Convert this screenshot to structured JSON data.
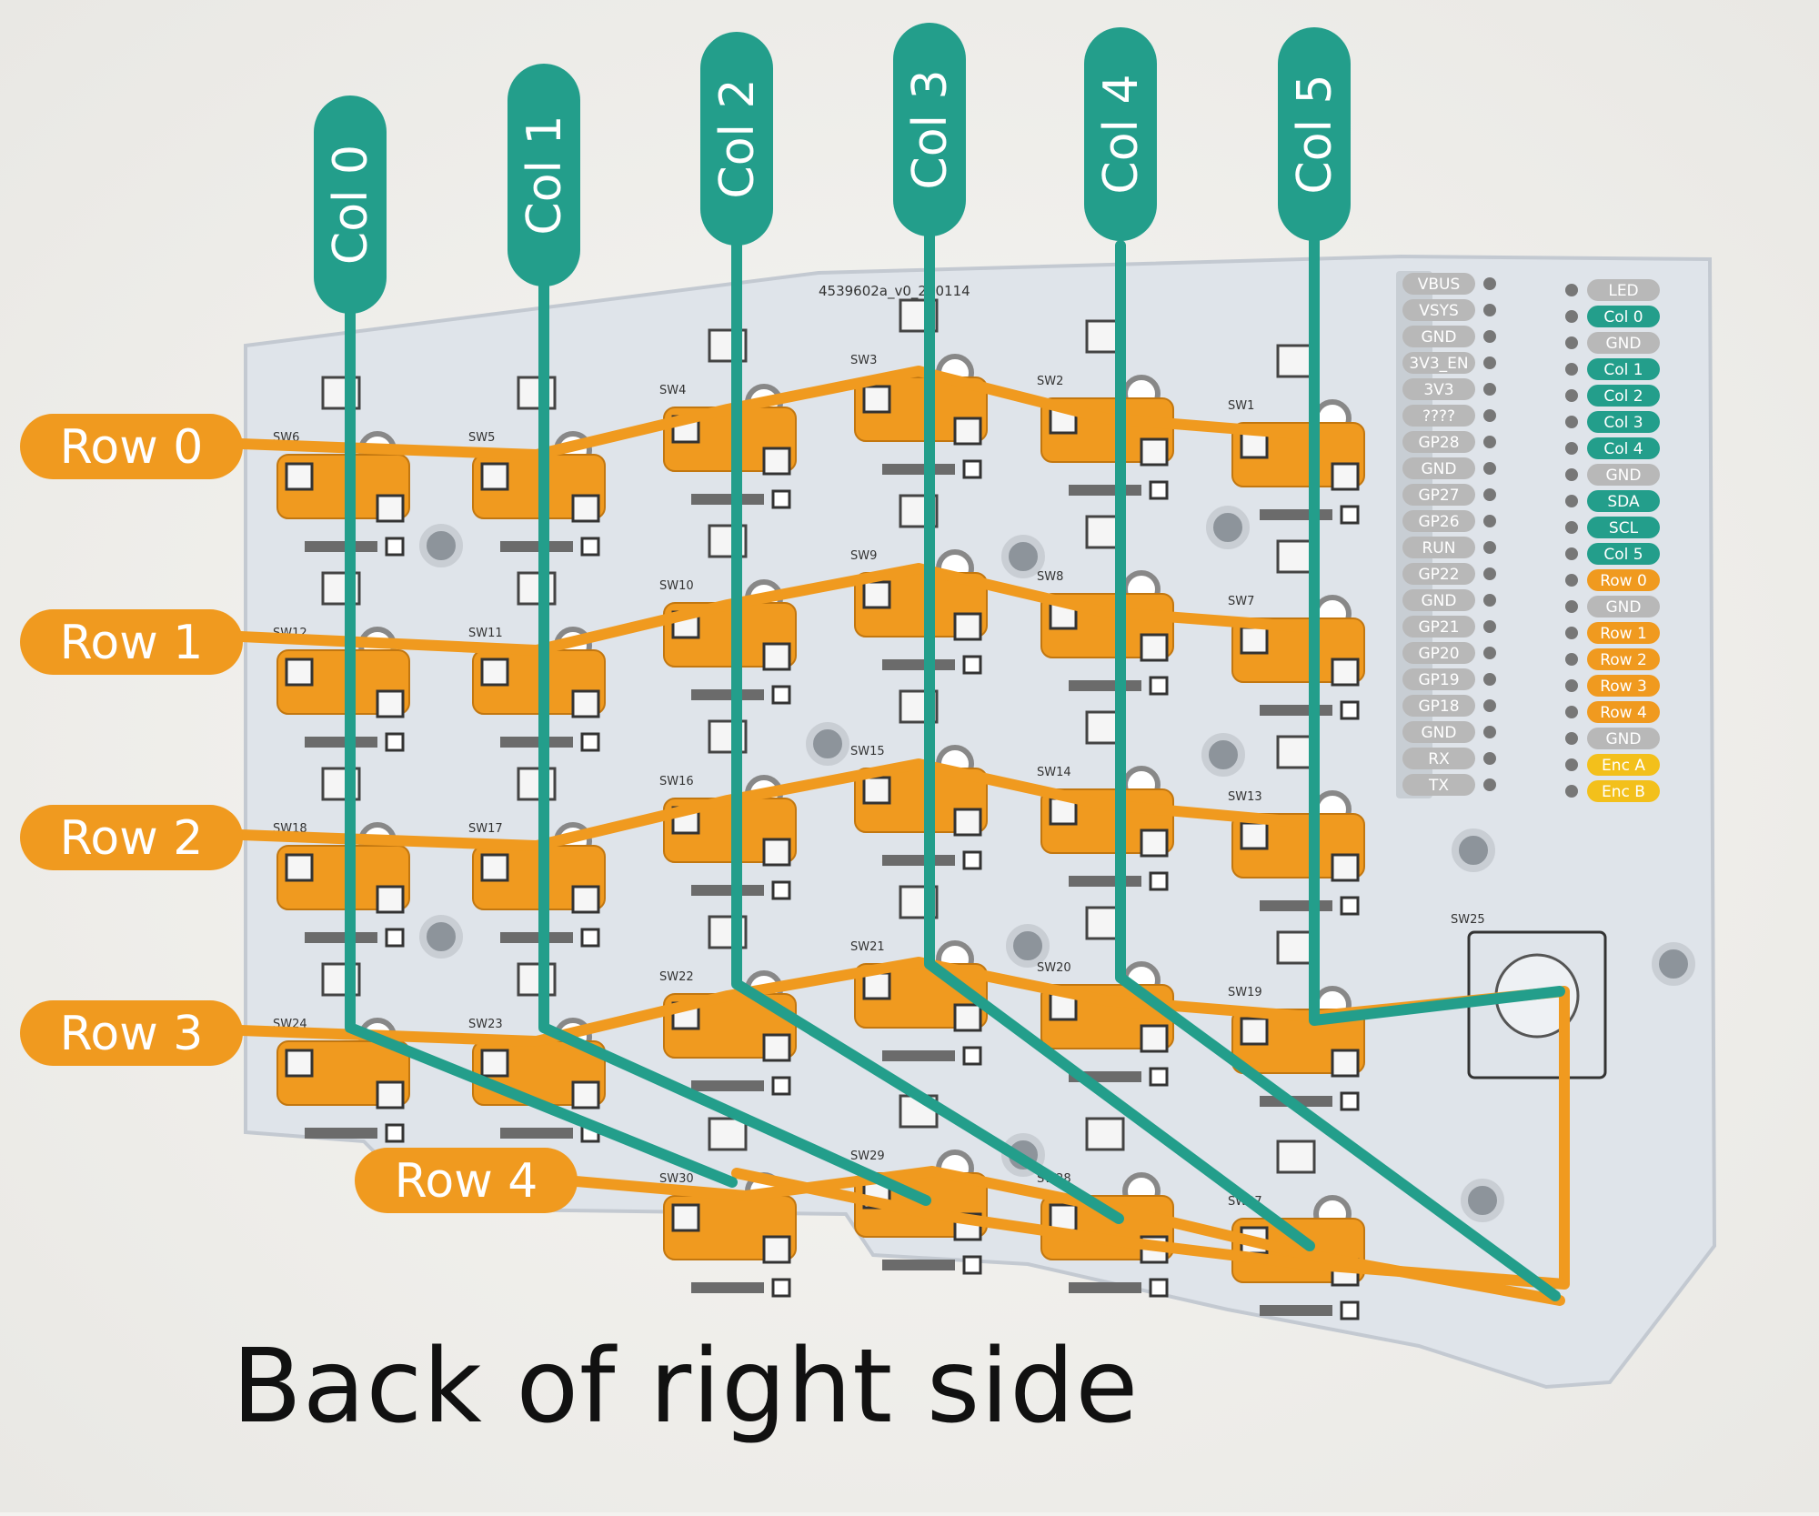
{
  "caption": "Back of right side",
  "board_label": "4539602a_v0_240114",
  "colors": {
    "column": "#239e8b",
    "row": "#f09a1f",
    "board": "#dfe4ea",
    "pad_gray": "#b8b8b8",
    "pad_yellow": "#f3c01b"
  },
  "columns": [
    "Col 0",
    "Col 1",
    "Col 2",
    "Col 3",
    "Col 4",
    "Col 5"
  ],
  "rows": [
    "Row 0",
    "Row 1",
    "Row 2",
    "Row 3",
    "Row 4"
  ],
  "pico_pins_left": [
    "VBUS",
    "VSYS",
    "GND",
    "3V3_EN",
    "3V3",
    "????",
    "GP28",
    "GND",
    "GP27",
    "GP26",
    "RUN",
    "GP22",
    "GND",
    "GP21",
    "GP20",
    "GP19",
    "GP18",
    "GND",
    "RX",
    "TX"
  ],
  "pico_pins_right": [
    {
      "label": "LED",
      "kind": "gray"
    },
    {
      "label": "Col 0",
      "kind": "col"
    },
    {
      "label": "GND",
      "kind": "gray"
    },
    {
      "label": "Col 1",
      "kind": "col"
    },
    {
      "label": "Col 2",
      "kind": "col"
    },
    {
      "label": "Col 3",
      "kind": "col"
    },
    {
      "label": "Col 4",
      "kind": "col"
    },
    {
      "label": "GND",
      "kind": "gray"
    },
    {
      "label": "SDA",
      "kind": "col"
    },
    {
      "label": "SCL",
      "kind": "col"
    },
    {
      "label": "Col 5",
      "kind": "col"
    },
    {
      "label": "Row 0",
      "kind": "row"
    },
    {
      "label": "GND",
      "kind": "gray"
    },
    {
      "label": "Row 1",
      "kind": "row"
    },
    {
      "label": "Row 2",
      "kind": "row"
    },
    {
      "label": "Row 3",
      "kind": "row"
    },
    {
      "label": "Row 4",
      "kind": "row"
    },
    {
      "label": "GND",
      "kind": "gray"
    },
    {
      "label": "Enc A",
      "kind": "yellow"
    },
    {
      "label": "Enc B",
      "kind": "yellow"
    }
  ],
  "switches": [
    "SW1",
    "SW2",
    "SW3",
    "SW4",
    "SW5",
    "SW6",
    "SW7",
    "SW8",
    "SW9",
    "SW10",
    "SW11",
    "SW12",
    "SW13",
    "SW14",
    "SW15",
    "SW16",
    "SW17",
    "SW18",
    "SW19",
    "SW20",
    "SW21",
    "SW22",
    "SW23",
    "SW24",
    "SW25",
    "SW27",
    "SW28",
    "SW29",
    "SW30"
  ]
}
